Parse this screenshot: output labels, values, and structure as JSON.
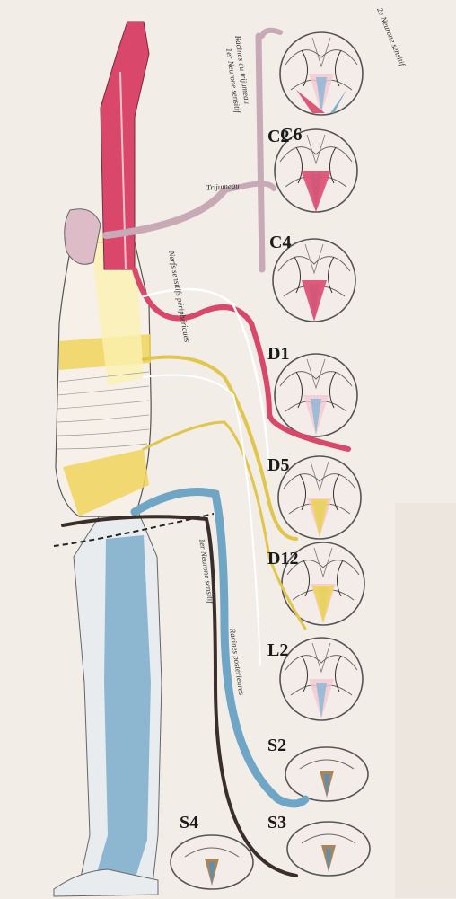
{
  "segments": [
    "C2",
    "C6",
    "C4",
    "D1",
    "D5",
    "D12",
    "L2",
    "S2",
    "S3",
    "S4"
  ],
  "labels": {
    "trigeminal_roots": "Racines du trijumeau",
    "first_neuron_top": "1er Neurone sensitif",
    "second_neuron": "2e Neurone sensitif",
    "trigeminal_nerve": "Trijumeau",
    "peripheral_nerves": "Nerfs sensitifs périphériques",
    "first_neuron_leg": "1er Neurone sensitif",
    "posterior_roots": "Racines postérieures"
  },
  "legend_colors": {
    "cervical": "#d9476b",
    "dorsal": "#f0d45a",
    "lumbar": "#6fa6c6",
    "sacral": "#3b2e2a",
    "trigeminal": "#c8a9b6"
  }
}
